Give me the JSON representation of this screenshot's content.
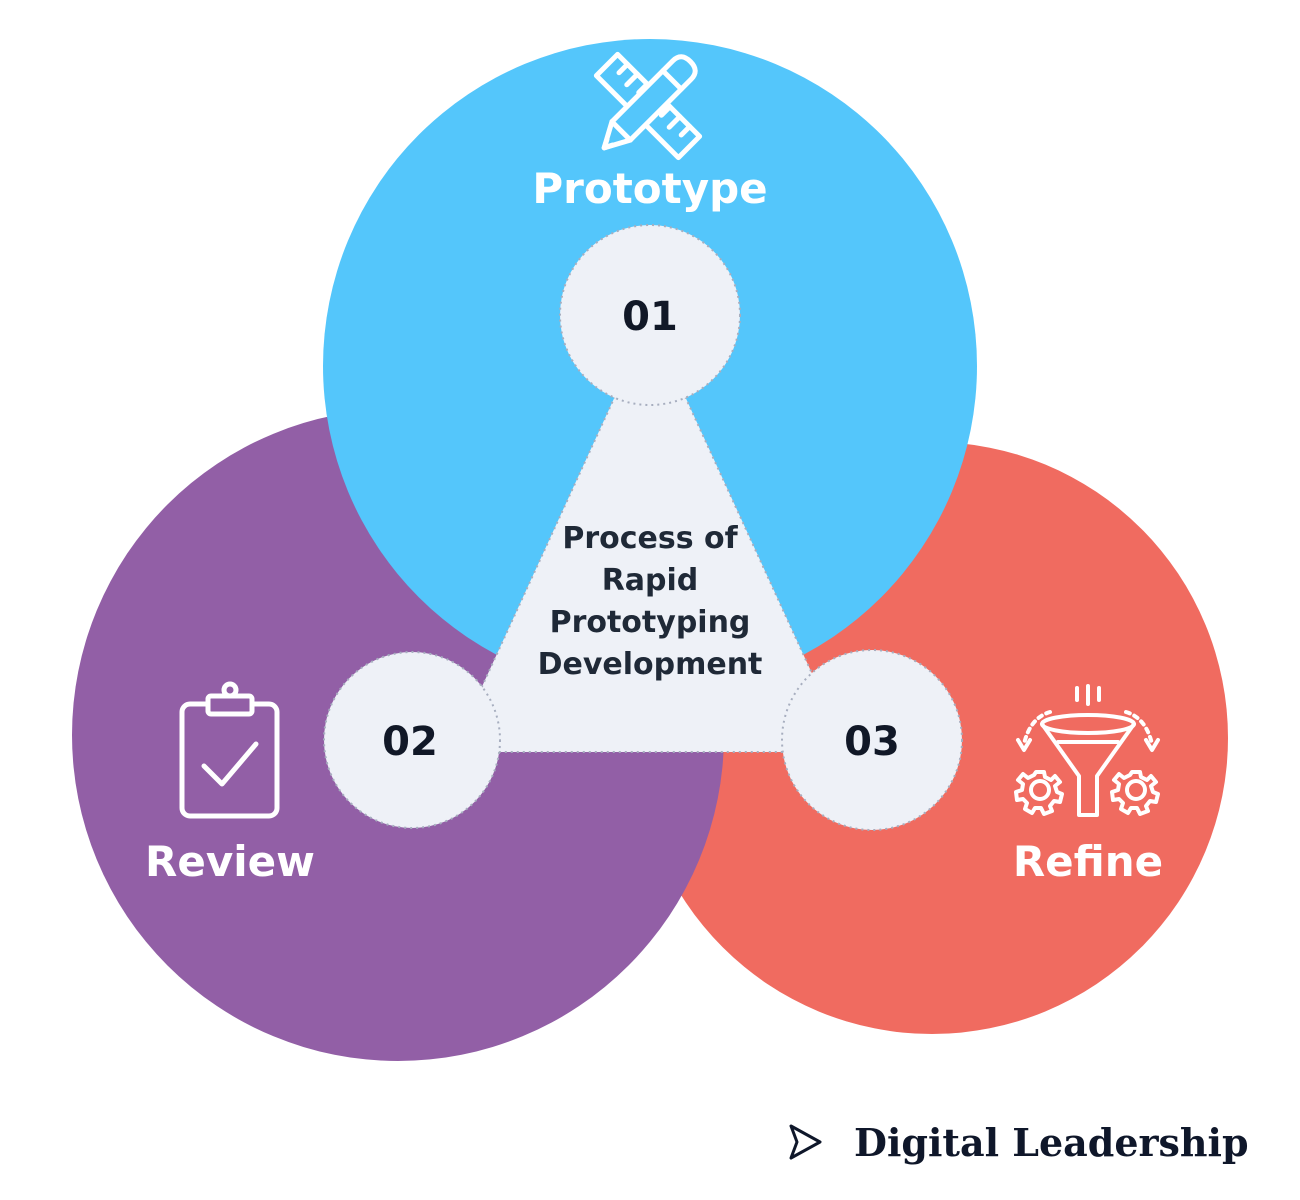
{
  "colors": {
    "prototype": "#54c6fb",
    "review": "#925fa6",
    "refine": "#f06b60",
    "node_fill": "#eef1f7",
    "node_border": "#a7aebf",
    "center_fill": "#eef1f7",
    "number_text": "#111827",
    "brand_text": "#0f172a"
  },
  "stages": [
    {
      "number": "01",
      "label": "Prototype",
      "icon": "pencil-ruler-icon"
    },
    {
      "number": "02",
      "label": "Review",
      "icon": "clipboard-check-icon"
    },
    {
      "number": "03",
      "label": "Refine",
      "icon": "funnel-gears-icon"
    }
  ],
  "center": {
    "lines": [
      "Process of",
      "Rapid",
      "Prototyping",
      "Development"
    ]
  },
  "brand": {
    "name": "Digital Leadership",
    "icon": "chevron-outline-icon"
  }
}
